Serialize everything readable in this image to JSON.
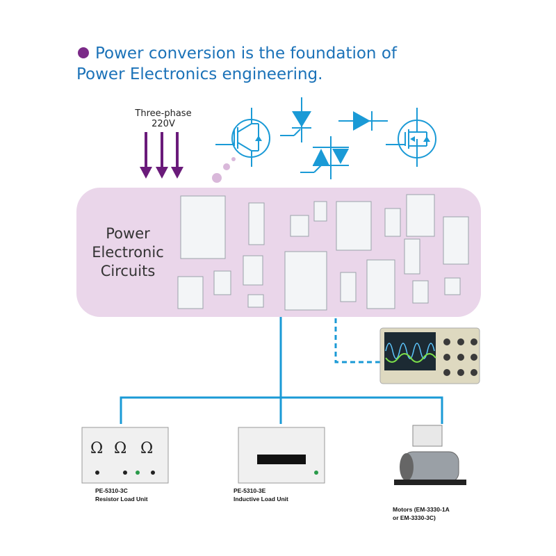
{
  "heading": {
    "line1": "Power conversion is the foundation of",
    "line2": "Power Electronics engineering."
  },
  "supply": {
    "line1": "Three-phase",
    "line2": "220V"
  },
  "center": {
    "line1": "Power",
    "line2": "Electronic",
    "line3": "Circuits"
  },
  "loads": [
    {
      "model": "PE-5310-3C",
      "name": "Resistor Load Unit"
    },
    {
      "model": "PE-5310-3E",
      "name": "Inductive Load Unit"
    },
    {
      "model": "Motors  (EM-3330-1A",
      "name": "or EM-3330-3C)"
    }
  ],
  "colors": {
    "heading": "#1b72b8",
    "bullet": "#7b2a88",
    "arrows": "#6a1b7a",
    "panel": "#ead6ea",
    "symbols": "#1a9ad6"
  }
}
